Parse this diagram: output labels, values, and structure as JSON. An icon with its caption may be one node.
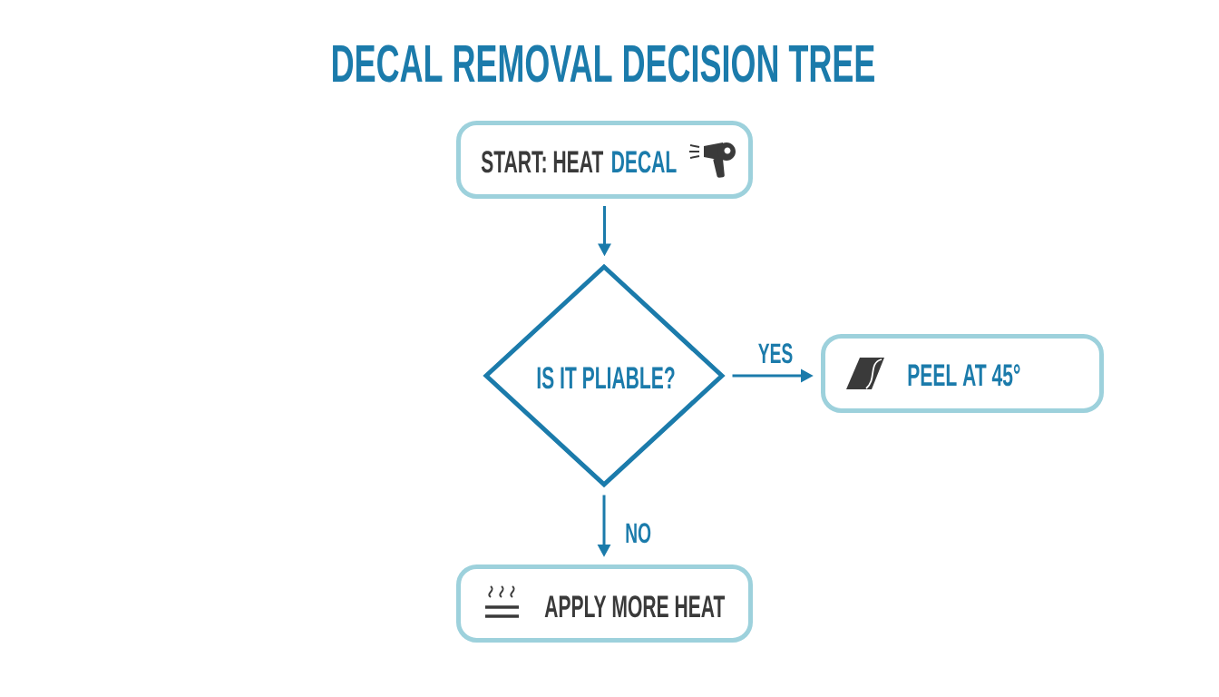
{
  "diagram": {
    "title": "DECAL REMOVAL DECISION TREE",
    "nodes": [
      {
        "text": [
          "START: HEAT",
          "DECAL"
        ]
      },
      {
        "text": [
          "IS IT PLIABLE?"
        ]
      },
      {
        "text": [
          "PEEL AT 45°"
        ]
      },
      {
        "text": [
          "APPLY MORE HEAT"
        ]
      }
    ],
    "edges": [
      {
        "from": 0,
        "to": 1,
        "arrow": "to"
      },
      {
        "from": 1,
        "to": 2,
        "arrow": "to",
        "label": "YES"
      },
      {
        "from": 1,
        "to": 3,
        "arrow": "to",
        "label": "NO"
      }
    ]
  }
}
